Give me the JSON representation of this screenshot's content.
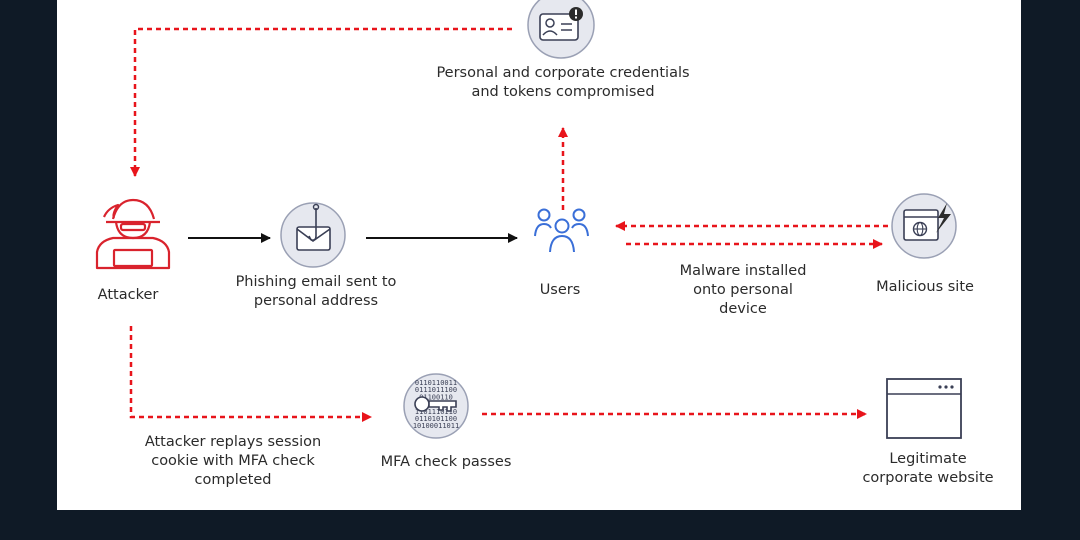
{
  "nodes": {
    "credentials": {
      "label": "Personal and corporate credentials\nand tokens compromised",
      "icon": "credential-card-alert-icon"
    },
    "attacker": {
      "label": "Attacker",
      "icon": "hooded-hacker-icon"
    },
    "phishing": {
      "label": "Phishing email sent to\npersonal address",
      "icon": "phishing-envelope-icon"
    },
    "users": {
      "label": "Users",
      "icon": "users-group-icon"
    },
    "malware": {
      "label": "Malware installed\nonto personal\ndevice"
    },
    "malicious_site": {
      "label": "Malicious site",
      "icon": "malicious-browser-icon"
    },
    "replay": {
      "label": "Attacker replays session\ncookie with MFA check\ncompleted"
    },
    "mfa": {
      "label": "MFA check passes",
      "icon": "binary-key-icon"
    },
    "legit_site": {
      "label": "Legitimate\ncorporate website",
      "icon": "browser-window-icon"
    }
  },
  "binary_text": [
    "0110110011",
    "0111011100",
    "01100110",
    "010110100",
    "1101110110",
    "0110101100",
    "10100011011"
  ],
  "colors": {
    "red_dashed": "#e8141b",
    "black_arrow": "#111111",
    "icon_fill": "#e6e8ef",
    "icon_stroke": "#3a3f55",
    "icon_accent": "#3a6fd8",
    "attacker_red": "#d9232d"
  }
}
